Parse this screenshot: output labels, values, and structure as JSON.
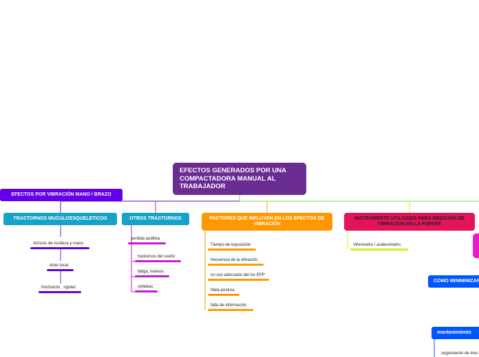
{
  "root": {
    "label": "EFECTOS GENERADOS POR UNA COMPACTADORA MANUAL AL TRABAJADOR",
    "color": "#6a2c91"
  },
  "colors": {
    "purple": "#6200ea",
    "violet": "#7a22e0",
    "teal": "#17a2c8",
    "magenta": "#c21bd3",
    "orange": "#ff9800",
    "crimson": "#e5135a",
    "lime": "#d6ef1e",
    "green": "#7ee04a",
    "blue": "#0055ff",
    "pink": "#e81dc9"
  },
  "branches": {
    "vibracion": "EFECTOS POR VIBRACIÓN MANO / BRAZO",
    "musculo": "TRASTORNOS MUCULOESQUELETICOS",
    "otros": "OTROS TRASTORNOS",
    "factores": "FACTORES QUE INFLUYEN EN LOS EFECTOS DE VIBRACIÓN",
    "instrumento": "INSTRUMENTO UTILIZADO PARA MEDICIÓN DE VIBRACION EN LA FUENTE",
    "minimizar": "COMO MINIMINIZAR",
    "mantenimiento": "mantenimiento"
  },
  "musculo_items": [
    "Artrosis de muñeca y mano",
    "dolor local",
    "hinchazón , rigidez"
  ],
  "otros_items": [
    "perdida auditiva",
    "trastornos del sueño",
    "fatiga, mareos",
    "cefaleas"
  ],
  "factores_items": [
    "Tiempo de exposición",
    "frecuencia de la vibración",
    "no uso adecuado del los EPP",
    "Mala postura",
    "falta de información"
  ],
  "instrumento_items": [
    "Vibrometro / acelerometro"
  ],
  "mantenimiento_items": [
    "seguimiento de mec"
  ]
}
